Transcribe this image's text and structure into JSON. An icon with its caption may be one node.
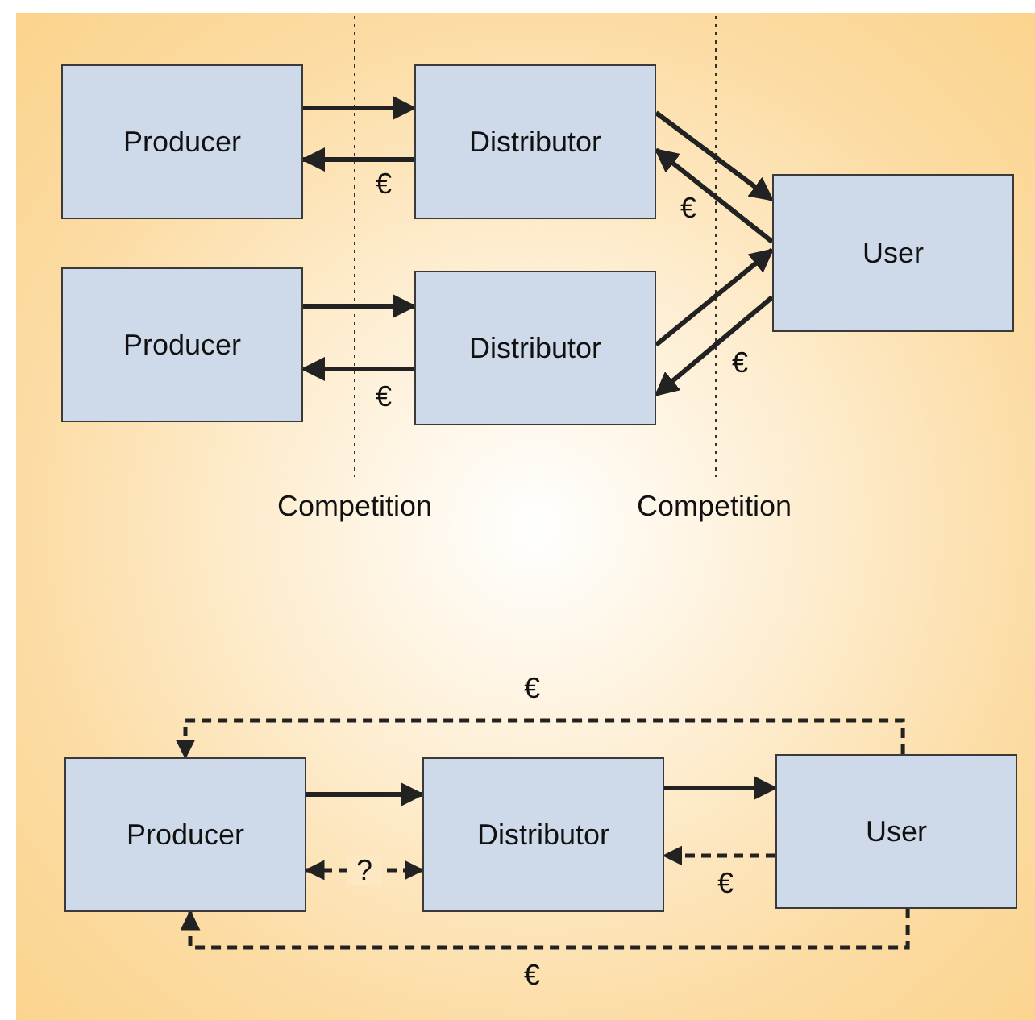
{
  "diagram": {
    "nodes": [
      {
        "text": [
          "Producer"
        ]
      },
      {
        "text": [
          "Distributor"
        ]
      },
      {
        "text": [
          "User"
        ]
      },
      {
        "text": [
          "Producer"
        ]
      },
      {
        "text": [
          "Distributor"
        ]
      },
      {
        "text": [
          "Producer"
        ]
      },
      {
        "text": [
          "Distributor"
        ]
      },
      {
        "text": [
          "User"
        ]
      }
    ],
    "edges": [
      {
        "from": 0,
        "to": 1,
        "arrow": "to"
      },
      {
        "from": 1,
        "to": 0,
        "arrow": "to",
        "label": "€"
      },
      {
        "from": 1,
        "to": 2,
        "arrow": "to"
      },
      {
        "from": 2,
        "to": 1,
        "arrow": "to",
        "label": "€"
      },
      {
        "from": 3,
        "to": 4,
        "arrow": "to"
      },
      {
        "from": 4,
        "to": 3,
        "arrow": "to",
        "label": "€"
      },
      {
        "from": 4,
        "to": 2,
        "arrow": "to"
      },
      {
        "from": 2,
        "to": 4,
        "arrow": "to",
        "label": "€"
      },
      {
        "from": 5,
        "to": 6,
        "arrow": "to"
      },
      {
        "from": 6,
        "to": 7,
        "arrow": "to"
      },
      {
        "from": 7,
        "to": 6,
        "arrow": "to",
        "label": "€",
        "style": "dashed"
      },
      {
        "from": 7,
        "to": 5,
        "arrow": "to",
        "label": "€",
        "style": "dashed"
      },
      {
        "from": 7,
        "to": 5,
        "arrow": "to",
        "label": "€",
        "style": "dashed"
      },
      {
        "from": 5,
        "to": 6,
        "arrow": "both",
        "label": "?",
        "style": "dashed"
      }
    ],
    "labels": [
      "Competition",
      "Competition"
    ]
  }
}
